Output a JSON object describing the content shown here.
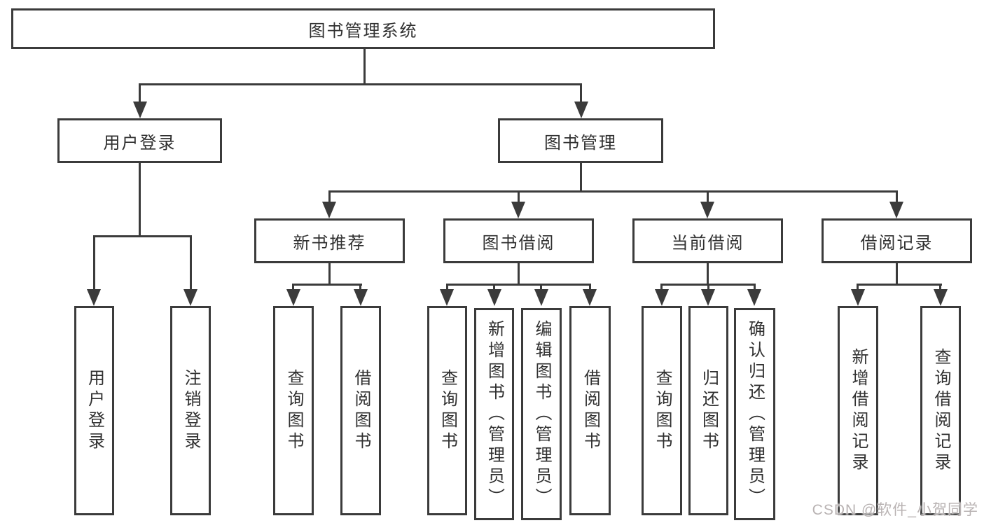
{
  "diagram": {
    "root": {
      "label": "图书管理系统"
    },
    "branches": [
      {
        "label": "用户登录",
        "children": [
          {
            "label": "用户登录"
          },
          {
            "label": "注销登录"
          }
        ]
      },
      {
        "label": "图书管理",
        "children": [
          {
            "label": "新书推荐",
            "children": [
              {
                "label": "查询图书"
              },
              {
                "label": "借阅图书"
              }
            ]
          },
          {
            "label": "图书借阅",
            "children": [
              {
                "label": "查询图书"
              },
              {
                "label": "新增图书（管理员）"
              },
              {
                "label": "编辑图书（管理员）"
              },
              {
                "label": "借阅图书"
              }
            ]
          },
          {
            "label": "当前借阅",
            "children": [
              {
                "label": "查询图书"
              },
              {
                "label": "归还图书"
              },
              {
                "label": "确认归还（管理员）"
              }
            ]
          },
          {
            "label": "借阅记录",
            "children": [
              {
                "label": "新增借阅记录"
              },
              {
                "label": "查询借阅记录"
              }
            ]
          }
        ]
      }
    ]
  },
  "watermark": {
    "text": "CSDN @软件_小贺同学"
  },
  "colors": {
    "line": "#3b3b3b",
    "text": "#303030",
    "background": "#ffffff",
    "watermark": "#b9b3b3"
  }
}
